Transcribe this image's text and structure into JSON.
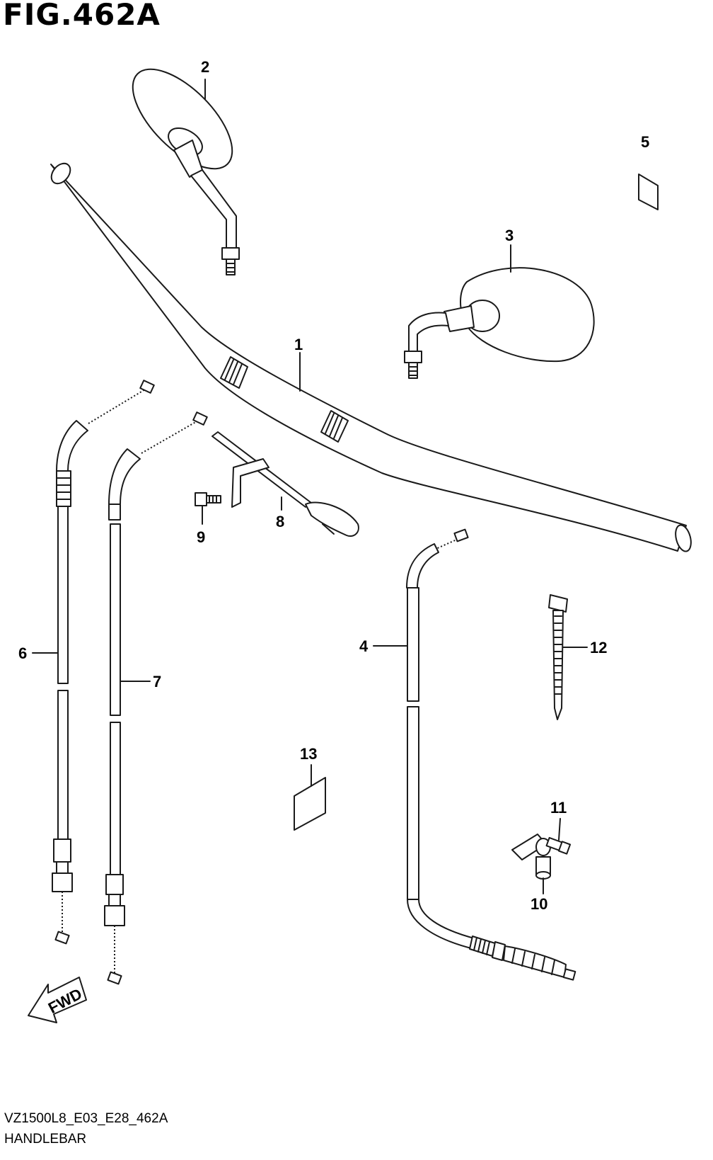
{
  "figure_title": "FIG.462A",
  "footer": {
    "code": "VZ1500L8_E03_E28_462A",
    "name": "HANDLEBAR"
  },
  "callouts": {
    "c1": "1",
    "c2": "2",
    "c3": "3",
    "c4": "4",
    "c5": "5",
    "c6": "6",
    "c7": "7",
    "c8": "8",
    "c9": "9",
    "c10": "10",
    "c11": "11",
    "c12": "12",
    "c13": "13"
  },
  "fwd_arrow": {
    "label": "FWD",
    "icon": "fwd-arrow-icon"
  }
}
